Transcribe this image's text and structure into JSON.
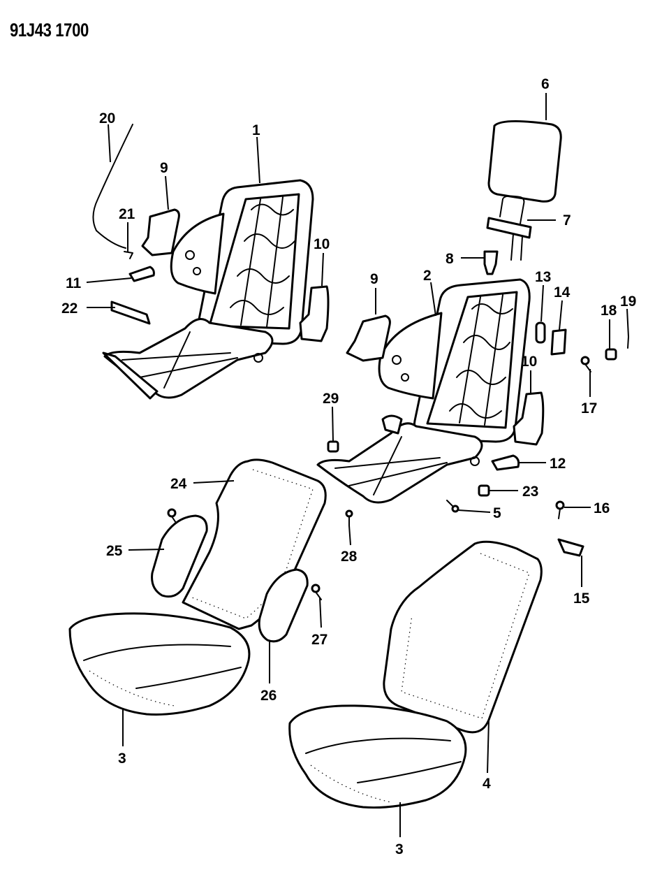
{
  "header": {
    "title": "91J43 1700"
  },
  "callouts": [
    {
      "id": "c1",
      "label": "1"
    },
    {
      "id": "c2",
      "label": "2"
    },
    {
      "id": "c3a",
      "label": "3"
    },
    {
      "id": "c3b",
      "label": "3"
    },
    {
      "id": "c4",
      "label": "4"
    },
    {
      "id": "c5",
      "label": "5"
    },
    {
      "id": "c6",
      "label": "6"
    },
    {
      "id": "c7",
      "label": "7"
    },
    {
      "id": "c8",
      "label": "8"
    },
    {
      "id": "c9a",
      "label": "9"
    },
    {
      "id": "c9b",
      "label": "9"
    },
    {
      "id": "c10a",
      "label": "10"
    },
    {
      "id": "c10b",
      "label": "10"
    },
    {
      "id": "c11",
      "label": "11"
    },
    {
      "id": "c12",
      "label": "12"
    },
    {
      "id": "c13",
      "label": "13"
    },
    {
      "id": "c14",
      "label": "14"
    },
    {
      "id": "c15",
      "label": "15"
    },
    {
      "id": "c16",
      "label": "16"
    },
    {
      "id": "c17",
      "label": "17"
    },
    {
      "id": "c18",
      "label": "18"
    },
    {
      "id": "c19",
      "label": "19"
    },
    {
      "id": "c20",
      "label": "20"
    },
    {
      "id": "c21",
      "label": "21"
    },
    {
      "id": "c22",
      "label": "22"
    },
    {
      "id": "c23",
      "label": "23"
    },
    {
      "id": "c24",
      "label": "24"
    },
    {
      "id": "c25",
      "label": "25"
    },
    {
      "id": "c26",
      "label": "26"
    },
    {
      "id": "c27",
      "label": "27"
    },
    {
      "id": "c28",
      "label": "28"
    },
    {
      "id": "c29",
      "label": "29"
    }
  ]
}
